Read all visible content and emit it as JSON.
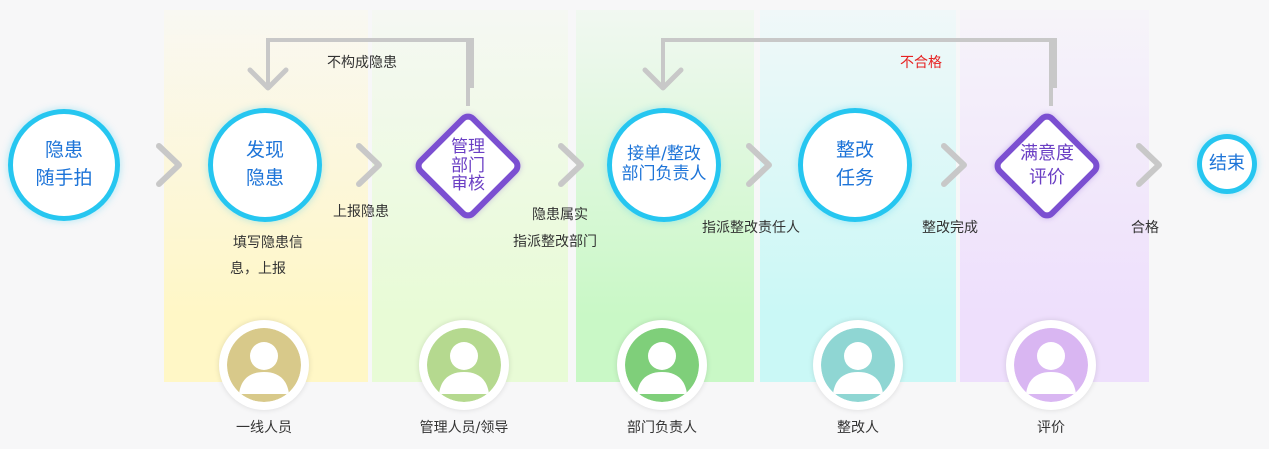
{
  "nodes": {
    "hazard_photo": {
      "line1": "隐患",
      "line2": "随手拍"
    },
    "discover": {
      "line1": "发现",
      "line2": "隐患"
    },
    "mgmt_review": {
      "line1": "管理",
      "line2": "部门",
      "line3": "审核"
    },
    "accept": {
      "line1": "接单/整改",
      "line2": "部门负责人"
    },
    "rectify_task": {
      "line1": "整改",
      "line2": "任务"
    },
    "satisfaction": {
      "line1": "满意度",
      "line2": "评价"
    },
    "end": {
      "text": "结束"
    }
  },
  "edges": {
    "fill_info": {
      "line1": "填写隐患信",
      "line2": "息，上报"
    },
    "report": "上报隐患",
    "confirm": {
      "line1": "隐患属实",
      "line2": "指派整改部门"
    },
    "assign_person": "指派整改责任人",
    "rectify_done": "整改完成",
    "qualified": "合格",
    "not_hazard": "不构成隐患",
    "not_qualified": "不合格"
  },
  "roles": [
    {
      "label": "一线人员",
      "color": "#d8c98a"
    },
    {
      "label": "管理人员/领导",
      "color": "#b5d98f"
    },
    {
      "label": "部门负责人",
      "color": "#7fcf7a"
    },
    {
      "label": "整改人",
      "color": "#8fd6d3"
    },
    {
      "label": "评价",
      "color": "#d9b6f2"
    }
  ],
  "colors": {
    "circle_ring": "#26c6f0",
    "circle_text": "#1d74d8",
    "diamond": "#7b4fd1",
    "arrow": "#c8c8c8",
    "fail": "#e62222"
  }
}
